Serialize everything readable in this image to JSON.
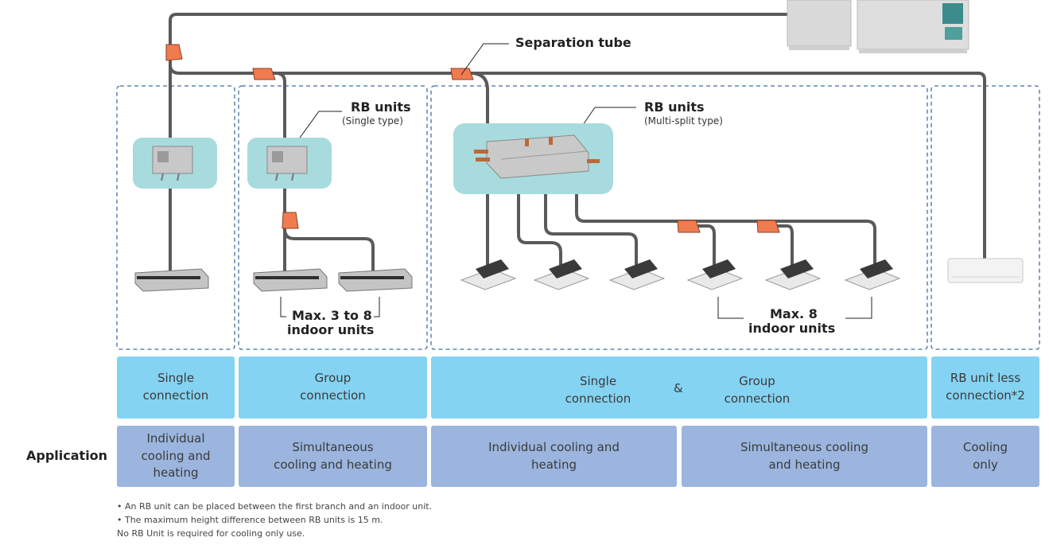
{
  "diagram": {
    "separation_tube_label": "Separation tube",
    "rb_single": {
      "title": "RB units",
      "subtitle": "(Single type)"
    },
    "rb_multi": {
      "title": "RB units",
      "subtitle": "(Multi-split type)"
    },
    "group_max_line1": "Max. 3 to 8",
    "group_max_line2": "indoor units",
    "multi_max_line1": "Max. 8",
    "multi_max_line2": "indoor units"
  },
  "connection_row": [
    {
      "line1": "Single",
      "line2": "connection"
    },
    {
      "line1": "Group",
      "line2": "connection"
    },
    {
      "left_line1": "Single",
      "left_line2": "connection",
      "joiner": "&",
      "right_line1": "Group",
      "right_line2": "connection"
    },
    {
      "line1": "RB unit less",
      "line2": "connection*2"
    }
  ],
  "application": {
    "label": "Application",
    "cells": [
      {
        "line1": "Individual",
        "line2": "cooling and",
        "line3": "heating"
      },
      {
        "line1": "Simultaneous",
        "line2": "cooling and heating"
      },
      {
        "line1": "Individual cooling and",
        "line2": "heating"
      },
      {
        "line1": "Simultaneous cooling",
        "line2": "and heating"
      },
      {
        "line1": "Cooling",
        "line2": "only"
      }
    ]
  },
  "notes": [
    "• An RB unit can be placed between the first branch and an indoor unit.",
    "• The maximum height difference between RB units is 15 m.",
    "No RB Unit is required for cooling only use."
  ],
  "colors": {
    "pipe": "#5a5a5a",
    "separation_tube": "#f07b4f",
    "dashed_border": "#3f6fa6",
    "rb_panel": "#a8dbde",
    "connection_fill": "#84d3f2",
    "application_fill": "#9bb5de"
  }
}
